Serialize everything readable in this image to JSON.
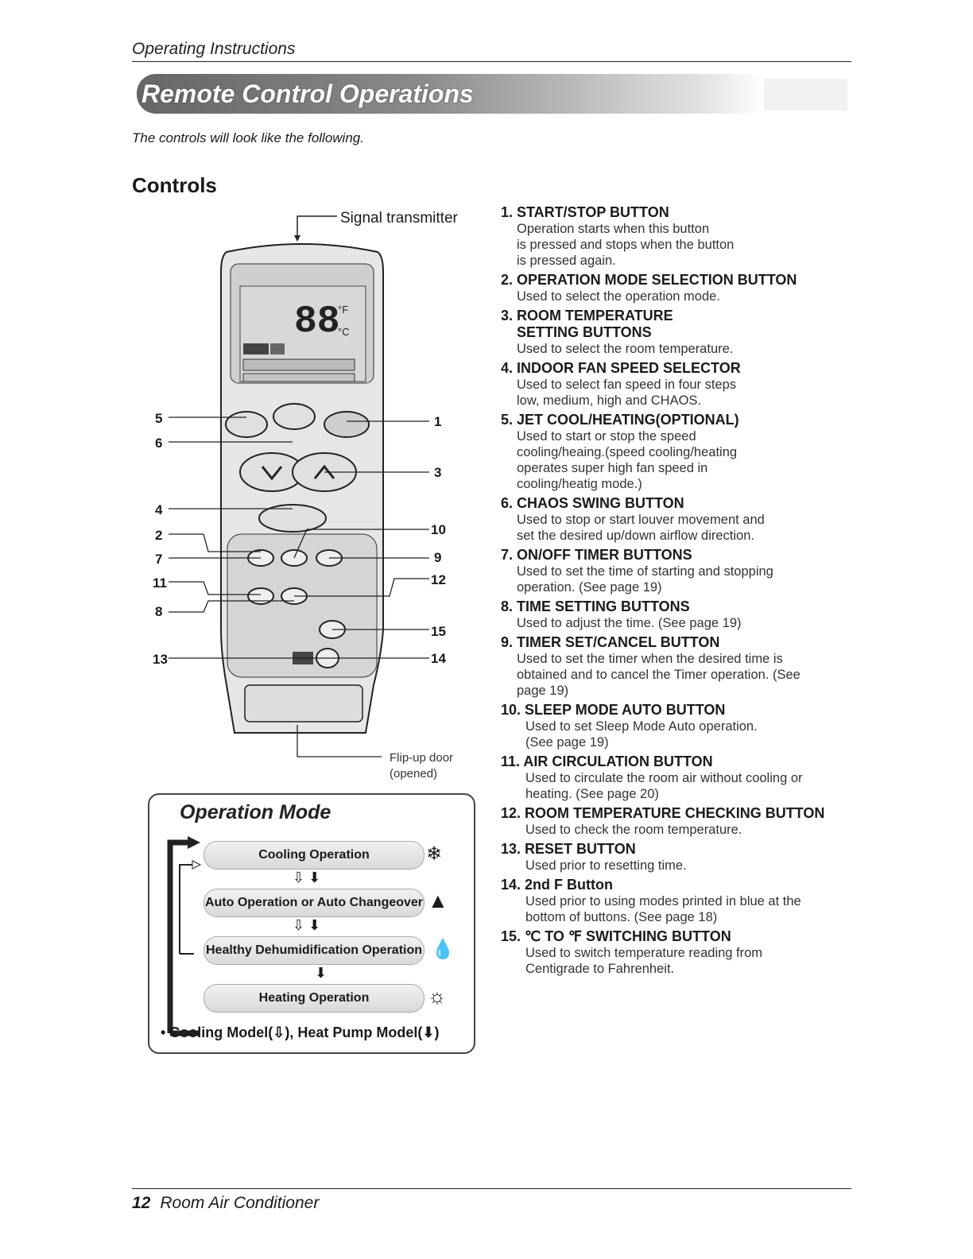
{
  "header": {
    "section": "Operating Instructions"
  },
  "banner": {
    "title": "Remote Control Operations"
  },
  "intro": "The controls will look like the following.",
  "controls_heading": "Controls",
  "diagram": {
    "signal_label": "Signal transmitter",
    "flip_label_1": "Flip-up door",
    "flip_label_2": "(opened)",
    "left_numbers": [
      "5",
      "6",
      "4",
      "2",
      "7",
      "11",
      "8",
      "13"
    ],
    "right_numbers": [
      "1",
      "3",
      "10",
      "9",
      "12",
      "15",
      "14"
    ],
    "display_text": "88",
    "display_units_f": "°F",
    "display_units_c": "°C"
  },
  "items": [
    {
      "title": "1. START/STOP BUTTON",
      "desc": "Operation starts when this button\nis pressed and stops when the button\nis pressed again."
    },
    {
      "title": "2. OPERATION MODE SELECTION BUTTON",
      "desc": "Used to select the operation mode."
    },
    {
      "title": "3. ROOM TEMPERATURE\n    SETTING BUTTONS",
      "desc": "Used to select the room temperature."
    },
    {
      "title": "4. INDOOR FAN SPEED SELECTOR",
      "desc": "Used to select fan speed in four steps\nlow, medium, high and CHAOS."
    },
    {
      "title": "5. JET COOL/HEATING(OPTIONAL)",
      "desc": "Used to start or stop the speed\ncooling/heaing.(speed cooling/heating\noperates super high fan speed in\ncooling/heatig mode.)"
    },
    {
      "title": "6. CHAOS SWING BUTTON",
      "desc": "Used to stop or start louver movement and\nset the desired up/down airflow direction."
    },
    {
      "title": "7. ON/OFF TIMER BUTTONS",
      "desc": "Used to set the time of starting and stopping\noperation. (See page 19)"
    },
    {
      "title": "8. TIME SETTING BUTTONS",
      "desc": "Used to adjust the time. (See page 19)"
    },
    {
      "title": "9. TIMER SET/CANCEL BUTTON",
      "desc": "Used to set the timer when the desired time is\nobtained and to cancel the Timer operation. (See\npage 19)"
    },
    {
      "title": "10. SLEEP MODE AUTO BUTTON",
      "desc": "Used to set Sleep Mode Auto operation.\n(See page 19)"
    },
    {
      "title": "11. AIR CIRCULATION BUTTON",
      "desc": "Used to circulate the room air without cooling or\nheating. (See page 20)"
    },
    {
      "title": "12. ROOM TEMPERATURE CHECKING BUTTON",
      "desc": "Used to check the room temperature."
    },
    {
      "title": "13. RESET BUTTON",
      "desc": "Used prior to resetting time."
    },
    {
      "title": "14. 2nd F Button",
      "desc": "Used prior to using modes printed in blue at the\nbottom of buttons. (See page 18)"
    },
    {
      "title": "15. ℃ TO ℉ SWITCHING BUTTON",
      "desc": "Used to switch temperature reading from\nCentigrade to Fahrenheit."
    }
  ],
  "operation_mode": {
    "title": "Operation Mode",
    "modes": [
      "Cooling Operation",
      "Auto Operation or Auto Changeover",
      "Healthy Dehumidification Operation",
      "Heating Operation"
    ],
    "footnote_prefix": "• Cooling Model(",
    "footnote_mid": "), Heat Pump Model(",
    "footnote_suffix": ")"
  },
  "footer": {
    "page": "12",
    "title": "Room Air Conditioner"
  }
}
